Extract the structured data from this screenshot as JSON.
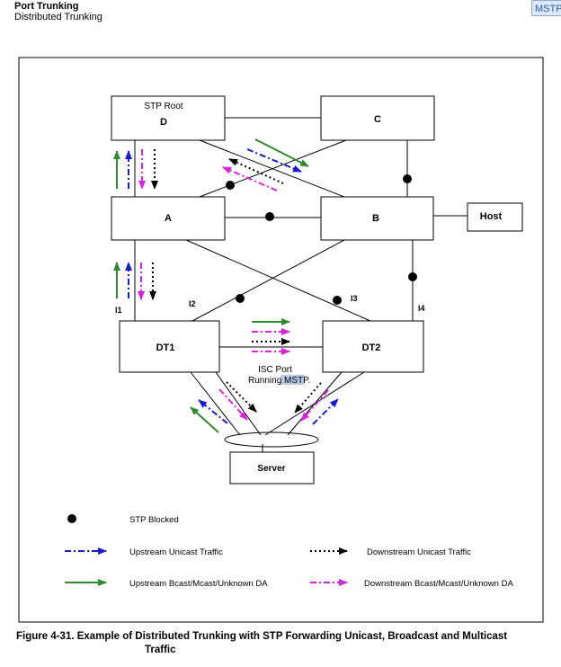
{
  "header": {
    "title": "Port Trunking",
    "subtitle": "Distributed Trunking",
    "badge": "MSTP"
  },
  "nodes": {
    "d_caption": "STP Root",
    "d": "D",
    "c": "C",
    "a": "A",
    "b": "B",
    "host": "Host",
    "dt1": "DT1",
    "dt2": "DT2",
    "server": "Server"
  },
  "links": {
    "i1": "I1",
    "i2": "I2",
    "i3": "I3",
    "i4": "I4"
  },
  "isc": {
    "line1": "ISC Port",
    "line2_prefix": "Running ",
    "line2_highlight": "MSTP."
  },
  "legend": {
    "stp_blocked": "STP Blocked",
    "upstream_unicast": "Upstream Unicast Traffic",
    "downstream_unicast": "Downstream Unicast Traffic",
    "upstream_bcast": "Upstream Bcast/Mcast/Unknown DA",
    "downstream_bcast": "Downstream Bcast/Mcast/Unknown DA"
  },
  "colors": {
    "upstream_unicast": "#1a1ad6",
    "upstream_bcast": "#2e8b2e",
    "downstream_unicast": "#000000",
    "downstream_bcast": "#e020e0",
    "highlight": "#b7cbe6"
  },
  "caption": {
    "line1": "Figure 4-31.  Example of Distributed Trunking with STP Forwarding Unicast, Broadcast and Multicast",
    "line2": "Traffic"
  }
}
